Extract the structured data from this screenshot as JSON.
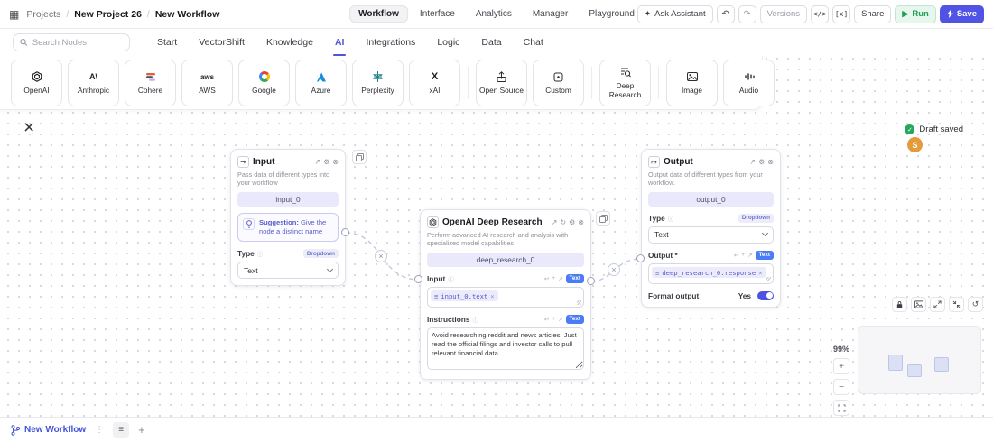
{
  "icons": {
    "grid": "▦",
    "sparkle": "✦",
    "undo": "↶",
    "redo": "↷",
    "code": "</>",
    "brackets": "[x]",
    "play": "▶",
    "expand": "↗",
    "refresh": "↻",
    "gear": "⚙",
    "close": "⊗",
    "info": "ⓘ",
    "menu": "≡",
    "remove": "×",
    "dots": "⋮",
    "plus": "+",
    "minus": "−",
    "reset": "↺",
    "check": "✓",
    "insert": "↩",
    "list": "≡"
  },
  "header": {
    "breadcrumb": [
      "Projects",
      "New Project 26",
      "New Workflow"
    ],
    "separator": "/",
    "tabs": [
      "Workflow",
      "Interface",
      "Analytics",
      "Manager",
      "Playground"
    ],
    "active_tab": "Workflow",
    "buttons": {
      "ask_assistant": "Ask Assistant",
      "versions": "Versions",
      "share": "Share",
      "run": "Run",
      "save": "Save"
    }
  },
  "node_library": {
    "search_placeholder": "Search Nodes",
    "categories": [
      "Start",
      "VectorShift",
      "Knowledge",
      "AI",
      "Integrations",
      "Logic",
      "Data",
      "Chat"
    ],
    "active_category": "AI",
    "items": [
      {
        "name": "OpenAI"
      },
      {
        "name": "Anthropic",
        "glyph": "A\\"
      },
      {
        "name": "Cohere"
      },
      {
        "name": "AWS",
        "glyph": "aws"
      },
      {
        "name": "Google"
      },
      {
        "name": "Azure"
      },
      {
        "name": "Perplexity"
      },
      {
        "name": "xAI",
        "glyph": "X"
      },
      {
        "name": "Open Source"
      },
      {
        "name": "Custom"
      },
      {
        "name": "Deep Research"
      },
      {
        "name": "Image"
      },
      {
        "name": "Audio"
      }
    ]
  },
  "canvas": {
    "draft_status": "Draft saved",
    "avatar_initial": "S",
    "zoom_level": "99%",
    "nodes": {
      "input": {
        "title": "Input",
        "description": "Pass data of different types into your workflow",
        "field_name": "input_0",
        "suggestion_label": "Suggestion:",
        "suggestion_text": "Give the node a distinct name",
        "type_label": "Type",
        "type_badge": "Dropdown",
        "type_value": "Text"
      },
      "deep_research": {
        "title": "OpenAI Deep Research",
        "description": "Perform advanced AI research and analysis with specialized model capabilities",
        "field_name": "deep_research_0",
        "input_label": "Input",
        "input_badge": "Text",
        "input_token": "input_0.text",
        "instructions_label": "Instructions",
        "instructions_badge": "Text",
        "instructions_value": "Avoid researching reddit and news articles. Just read the official filings and investor calls to pull relevant financial data."
      },
      "output": {
        "title": "Output",
        "description": "Output data of different types from your workflow.",
        "field_name": "output_0",
        "type_label": "Type",
        "type_badge": "Dropdown",
        "type_value": "Text",
        "output_label": "Output *",
        "output_badge": "Text",
        "output_token": "deep_research_0.response",
        "format_label": "Format output",
        "format_value": "Yes"
      }
    }
  },
  "footer": {
    "workflow_tab": "New Workflow"
  },
  "colors": {
    "accent": "#5053e3",
    "run_green": "#1e9e50",
    "toggle_on": "#4f52e0",
    "avatar": "#e39b3b",
    "draft_check": "#27a75c"
  }
}
